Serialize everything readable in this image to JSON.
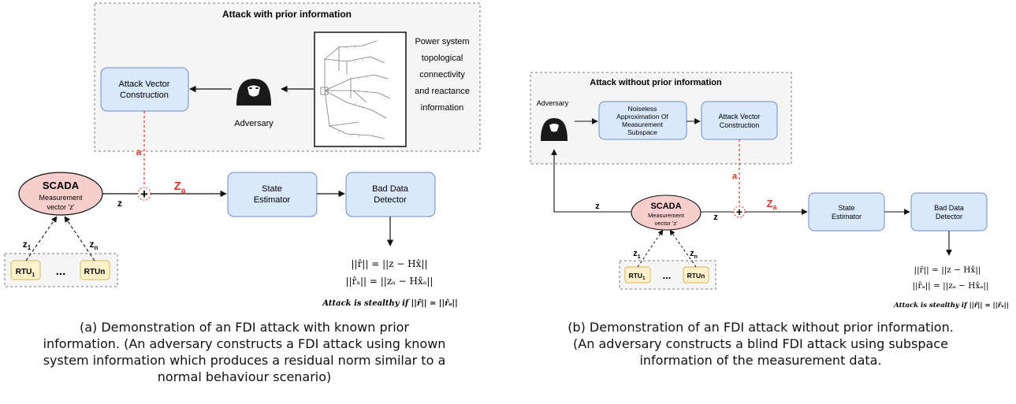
{
  "left": {
    "region_title": "Attack with prior information",
    "attack_vector_box": [
      "Attack Vector",
      "Construction"
    ],
    "adversary_label": "Adversary",
    "power_system_info": [
      "Power system",
      "topological",
      "connectivity",
      "and reactance",
      "information"
    ],
    "a_label": "a",
    "za_label": "Z",
    "za_sub": "a",
    "scada_title": "SCADA",
    "scada_sub": [
      "Measurement",
      "vector 'z'"
    ],
    "z_label": "z",
    "z1_label": "z",
    "z1_sub": "1",
    "zn_label": "z",
    "zn_sub": "n",
    "plus": "+",
    "rtu1": "RTU",
    "rtu1_sub": "1",
    "rtu_dots": "...",
    "rtun": "RTUn",
    "state_estimator": [
      "State",
      "Estimator"
    ],
    "bad_data_detector": [
      "Bad Data",
      "Detector"
    ],
    "eq1": "||r̂|| = ||z − Hx̂||",
    "eq2": "||r̂ₐ|| = ||zₐ − Hx̂ₐ||",
    "stealthy": "Attack is stealthy if ||r̂|| ≃ ||r̂ₐ||",
    "caption": [
      "(a) Demonstration of an FDI attack with known prior",
      "information. (An adversary constructs a FDI attack using known",
      "system information which produces a residual norm similar to a",
      "normal behaviour scenario)"
    ]
  },
  "right": {
    "region_title": "Attack without prior information",
    "adversary_label": "Adversary",
    "noiseless_box": [
      "Noiseless",
      "Approximation Of",
      "Measurement",
      "Subspace"
    ],
    "attack_vector_box": [
      "Attack Vector",
      "Construction"
    ],
    "a_label": "a",
    "za_label": "Z",
    "za_sub": "a",
    "z_left_label": "z",
    "z_right_label": "z",
    "scada_title": "SCADA",
    "scada_sub": [
      "Measurement",
      "vector 'z'"
    ],
    "z1_label": "z",
    "z1_sub": "1",
    "zn_label": "z",
    "zn_sub": "n",
    "plus": "+",
    "rtu1": "RTU",
    "rtu1_sub": "1",
    "rtu_dots": "...",
    "rtun": "RTUn",
    "state_estimator": [
      "State",
      "Estimator"
    ],
    "bad_data_detector": [
      "Bad Data",
      "Detector"
    ],
    "eq1": "||r̂|| = ||z − Hx̂||",
    "eq2": "||r̂ₐ|| = ||zₐ − Hx̂ₐ||",
    "stealthy": "Attack is stealthy if ||r̂|| ≃ ||r̂ₐ||",
    "caption": [
      "(b) Demonstration of an FDI attack without prior information.",
      "(An adversary constructs a blind FDI attack using subspace",
      "information of the measurement data."
    ]
  },
  "colors": {
    "box_fill": "#dae8fc",
    "box_stroke": "#6c8ebf",
    "scada_fill": "#f8cecc",
    "rtu_fill": "#fff2cc",
    "rtu_stroke": "#d6b656",
    "region_fill": "#f5f5f5",
    "attack_red": "#e0302a"
  }
}
